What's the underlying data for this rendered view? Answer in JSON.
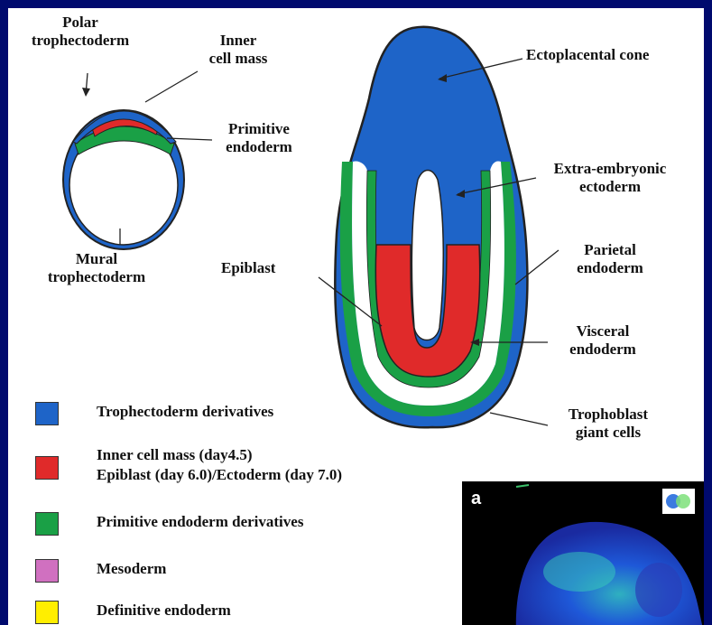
{
  "labels": {
    "polar_trophectoderm": "Polar\ntrophectoderm",
    "inner_cell_mass": "Inner\ncell mass",
    "primitive_endoderm": "Primitive\nendoderm",
    "mural_trophectoderm": "Mural\ntrophectoderm",
    "ectoplacental_cone": "Ectoplacental cone",
    "extra_embryonic_ectoderm": "Extra-embryonic\nectoderm",
    "parietal_endoderm": "Parietal\nendoderm",
    "epiblast": "Epiblast",
    "visceral_endoderm": "Visceral\nendoderm",
    "trophoblast_giant_cells": "Trophoblast\ngiant cells"
  },
  "legend": [
    {
      "color": "#1e64c8",
      "text": "Trophectoderm derivatives"
    },
    {
      "color": "#e02a2a",
      "text": "Inner cell mass (day4.5)\nEpiblast (day 6.0)/Ectoderm (day 7.0)"
    },
    {
      "color": "#1aa046",
      "text": "Primitive endoderm derivatives"
    },
    {
      "color": "#d070c0",
      "text": "Mesoderm"
    },
    {
      "color": "#ffee00",
      "text": "Definitive endoderm"
    }
  ],
  "micrograph": {
    "panel_letter": "a"
  },
  "colors": {
    "frame": "#000a6e",
    "trophectoderm": "#1e64c8",
    "inner_cell_mass": "#e02a2a",
    "primitive_endoderm": "#1aa046",
    "mesoderm": "#d070c0",
    "definitive_endoderm": "#ffee00"
  }
}
